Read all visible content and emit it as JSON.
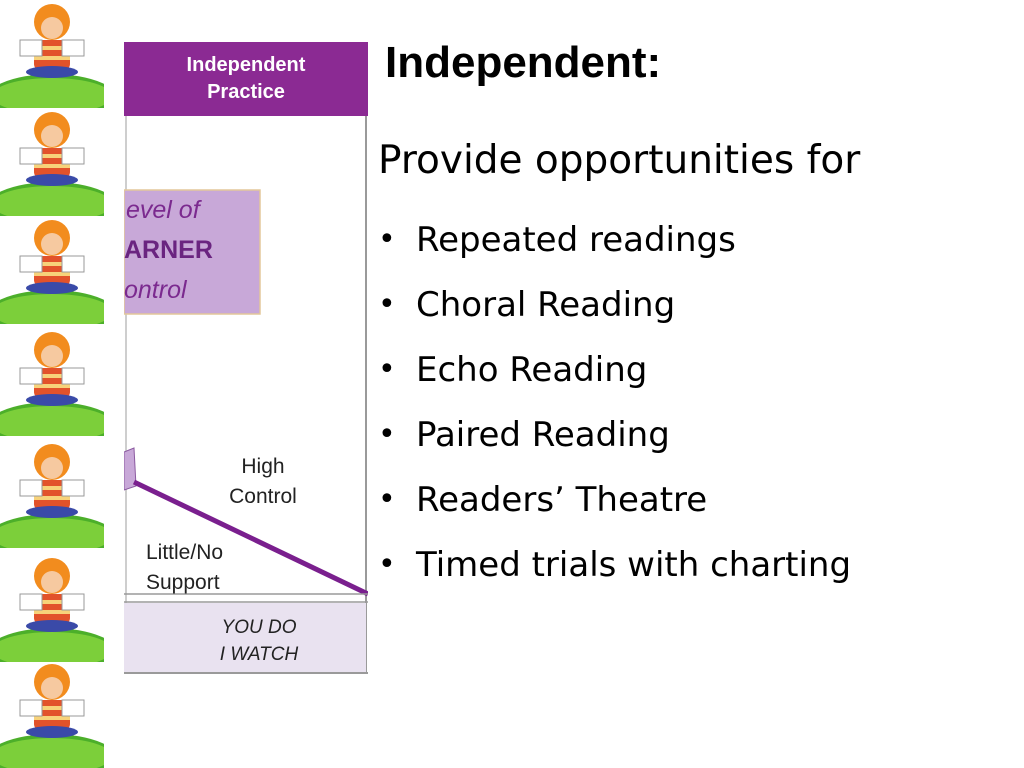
{
  "slide": {
    "title": "Independent:",
    "intro": "Provide opportunities for",
    "bullets": [
      "Repeated readings",
      "Choral Reading",
      "Echo Reading",
      "Paired Reading",
      "Readers’ Theatre",
      "Timed trials with charting"
    ]
  },
  "diagram": {
    "header_line1": "Independent",
    "header_line2": "Practice",
    "learner_line1": "evel of",
    "learner_line2": "ARNER",
    "learner_line3": "ontrol",
    "high_line1": "High",
    "high_line2": "Control",
    "little_line1": "Little/No",
    "little_line2": "Support",
    "youdo_line1": "YOU DO",
    "youdo_line2": "I WATCH",
    "colors": {
      "header": "#8b2a93",
      "learner_box": "#c8a8d8",
      "bottom_band": "#e9e2f0",
      "line": "#7a1f8e"
    }
  },
  "decor": {
    "strip_icon": "child-reading-on-grass-icon",
    "tiles": 7
  }
}
